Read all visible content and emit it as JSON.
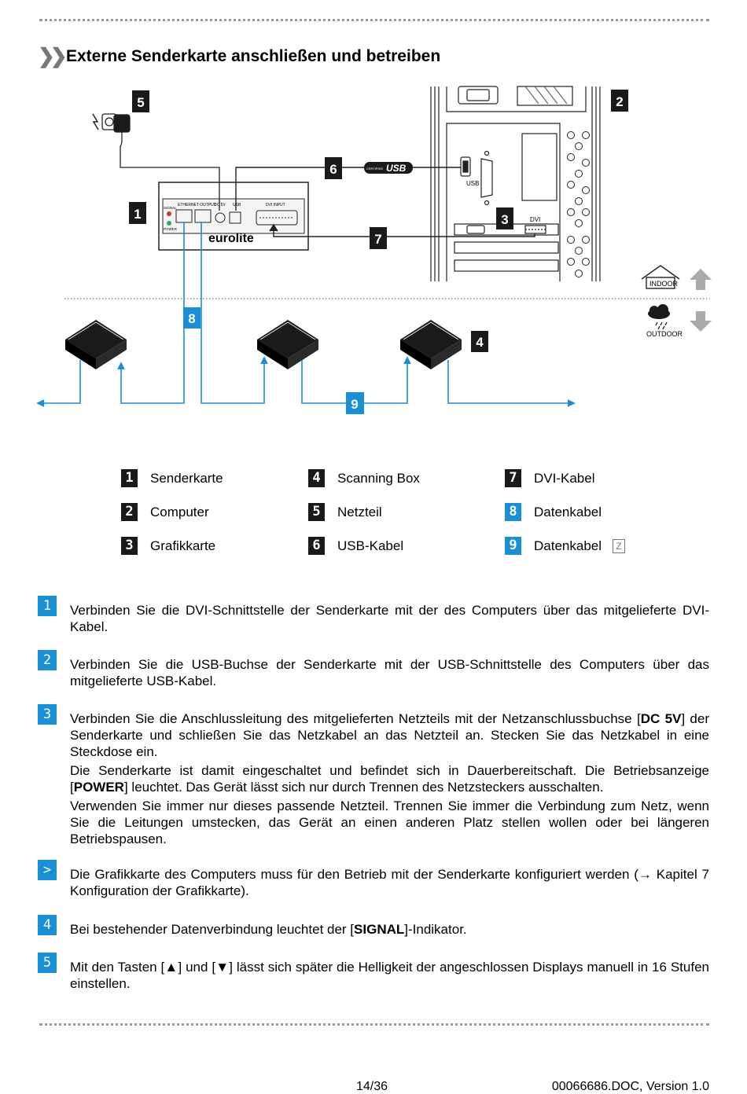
{
  "heading": {
    "title": "Externe Senderkarte anschließen und betreiben"
  },
  "diagram": {
    "usb_label": "USB",
    "usb_logo": "USB",
    "usb_certified": "CERTIFIED",
    "dvi_label": "DVI",
    "card_labels": {
      "signal": "SIGNAL",
      "power": "POWER",
      "ethernet": "ETHERNET OUTPUT",
      "dc": "DC 5V",
      "usb": "USB",
      "dvi_input": "DVI INPUT"
    },
    "brand": "eurolite",
    "indoor": "INDOOR",
    "outdoor": "OUTDOOR",
    "callouts": [
      "1",
      "2",
      "3",
      "4",
      "5",
      "6",
      "7",
      "8",
      "9"
    ]
  },
  "legend": [
    {
      "num": "1",
      "label": "Senderkarte",
      "style": "dark"
    },
    {
      "num": "2",
      "label": "Computer",
      "style": "dark"
    },
    {
      "num": "3",
      "label": "Grafikkarte",
      "style": "dark"
    },
    {
      "num": "4",
      "label": "Scanning Box",
      "style": "dark"
    },
    {
      "num": "5",
      "label": "Netzteil",
      "style": "dark"
    },
    {
      "num": "6",
      "label": "USB-Kabel",
      "style": "dark"
    },
    {
      "num": "7",
      "label": "DVI-Kabel",
      "style": "dark"
    },
    {
      "num": "8",
      "label": "Datenkabel",
      "style": "blue"
    },
    {
      "num": "9",
      "label": "Datenkabel",
      "style": "blue",
      "extra": "Z"
    }
  ],
  "steps": [
    {
      "num": "1",
      "paragraphs": [
        "Verbinden Sie die DVI-Schnittstelle der Senderkarte mit der des Computers über das mitgelieferte DVI-Kabel."
      ]
    },
    {
      "num": "2",
      "paragraphs": [
        "Verbinden Sie die USB-Buchse der Senderkarte mit der USB-Schnittstelle des Computers über das mitgelieferte USB-Kabel."
      ]
    },
    {
      "num": "3",
      "paragraphs": [
        "Verbinden Sie die Anschlussleitung des mitgelieferten Netzteils mit der Netzanschlussbuchse [DC 5V] der Senderkarte und schließen Sie das Netzkabel an das Netzteil an. Stecken Sie das Netzkabel in eine Steckdose ein.",
        "Die Senderkarte ist damit eingeschaltet und befindet sich in Dauerbereitschaft. Die Betriebsanzeige [POWER] leuchtet. Das Gerät lässt sich nur durch Trennen des Netzsteckers ausschalten.",
        "Verwenden Sie immer nur dieses passende Netzteil. Trennen Sie immer die Verbindung zum Netz, wenn Sie die Leitungen umstecken, das Gerät an einen anderen Platz stellen wollen oder bei längeren Betriebspausen."
      ]
    },
    {
      "num": ">",
      "paragraphs": [
        "Die Grafikkarte des Computers muss für den Betrieb mit der Senderkarte konfiguriert werden (→ Kapitel 7 Konfiguration der Grafikkarte)."
      ]
    },
    {
      "num": "4",
      "paragraphs": [
        "Bei bestehender Datenverbindung leuchtet der [SIGNAL]-Indikator."
      ]
    },
    {
      "num": "5",
      "paragraphs": [
        "Mit den Tasten [▲] und [▼] lässt sich später die Helligkeit der angeschlossen Displays manuell in 16 Stufen einstellen."
      ]
    }
  ],
  "footer": {
    "page": "14/36",
    "doc": "00066686.DOC, Version 1.0"
  },
  "colors": {
    "accent": "#1a8fd6",
    "dark": "#1a1a1a"
  }
}
